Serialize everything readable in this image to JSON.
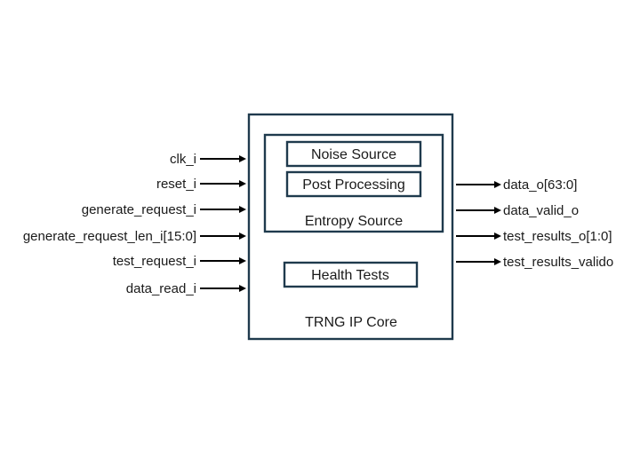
{
  "colors": {
    "box_border": "#1f3a4d",
    "arrow": "#000000",
    "text": "#1a1a1a",
    "background": "#ffffff"
  },
  "core": {
    "title": "TRNG IP Core",
    "entropy_source": {
      "title": "Entropy Source",
      "noise_source": "Noise Source",
      "post_processing": "Post Processing"
    },
    "health_tests": "Health Tests"
  },
  "inputs": [
    "clk_i",
    "reset_i",
    "generate_request_i",
    "generate_request_len_i[15:0]",
    "test_request_i",
    "data_read_i"
  ],
  "outputs": [
    "data_o[63:0]",
    "data_valid_o",
    "test_results_o[1:0]",
    "test_results_valido"
  ]
}
